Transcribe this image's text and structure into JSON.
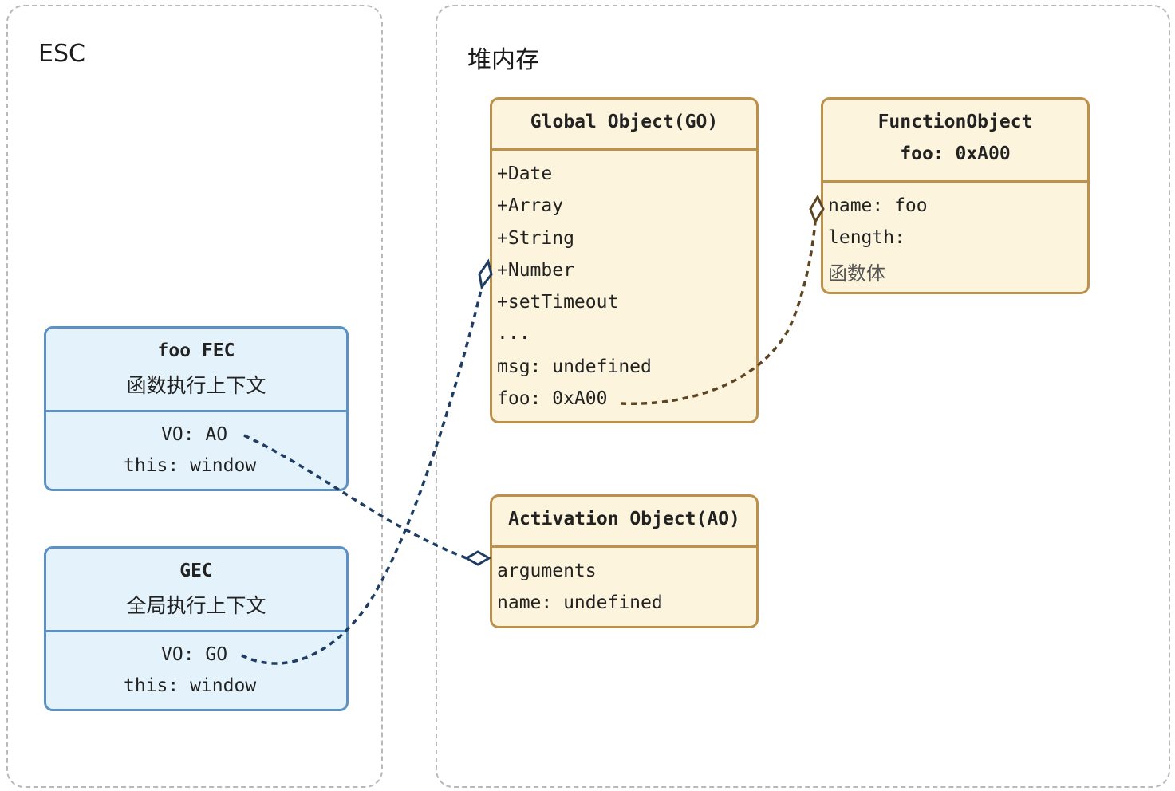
{
  "regions": {
    "esc_title": "ESC",
    "heap_title": "堆内存"
  },
  "foo_fec": {
    "title": "foo FEC",
    "subtitle": "函数执行上下文",
    "lines": [
      "VO: AO",
      "this: window"
    ]
  },
  "gec": {
    "title": "GEC",
    "subtitle": "全局执行上下文",
    "lines": [
      "VO: GO",
      "this: window"
    ]
  },
  "global_object": {
    "title": "Global Object(GO)",
    "members": [
      "+Date",
      "+Array",
      "+String",
      "+Number",
      "+setTimeout",
      "...",
      "msg: undefined",
      "foo: 0xA00"
    ]
  },
  "function_object": {
    "title_line1": "FunctionObject",
    "title_line2": "foo: 0xA00",
    "members": [
      "name: foo",
      "length:",
      "函数体"
    ]
  },
  "activation_object": {
    "title": "Activation Object(AO)",
    "members": [
      "arguments",
      "name: undefined"
    ]
  },
  "colors": {
    "blue_border": "#5b91c4",
    "blue_fill": "#e4f3fb",
    "tan_border": "#bd9149",
    "tan_fill": "#fdf4dd",
    "blue_connector": "#1f3d63",
    "brown_connector": "#5d4522",
    "dashed_region": "#b9b9b9"
  }
}
